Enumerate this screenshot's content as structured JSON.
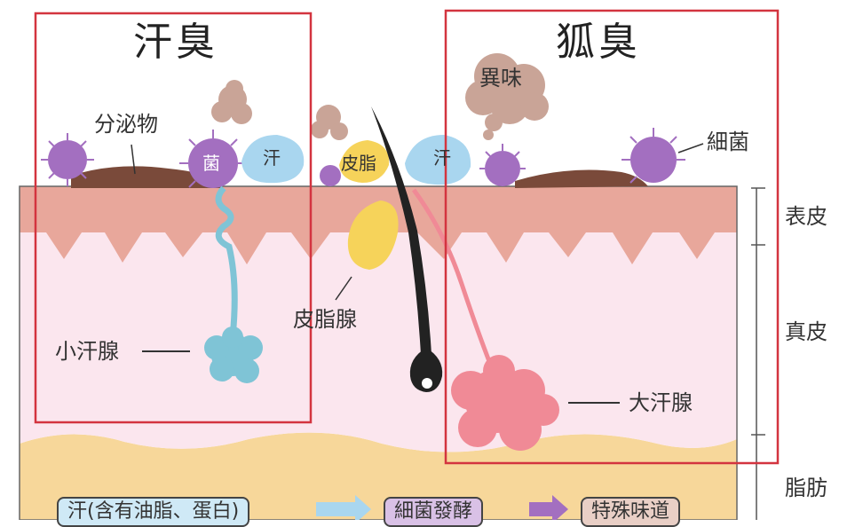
{
  "titles": {
    "left": "汗臭",
    "right": "狐臭"
  },
  "layers": {
    "epidermis": "表皮",
    "dermis": "真皮",
    "fat": "脂肪"
  },
  "labels": {
    "secretion": "分泌物",
    "bacteria_left": "菌",
    "sweat_left": "汗",
    "sebum": "皮脂",
    "sweat_right": "汗",
    "odor": "異味",
    "bacteria_right": "細菌",
    "eccrine": "小汗腺",
    "sebaceous": "皮脂腺",
    "apocrine": "大汗腺"
  },
  "flow": {
    "step1": "汗(含有油脂、蛋白)",
    "step2": "細菌發酵",
    "step3": "特殊味道"
  },
  "colors": {
    "frame": "#d3343f",
    "epidermis": "#e8a79b",
    "dermis": "#fbe6ee",
    "fat": "#f7d79a",
    "bacteria": "#a36fc0",
    "sweat": "#a9d6ef",
    "sebum": "#f6d35a",
    "odor_cloud": "#c9a497",
    "apocrine": "#f08a96",
    "eccrine": "#7fc4d6"
  }
}
